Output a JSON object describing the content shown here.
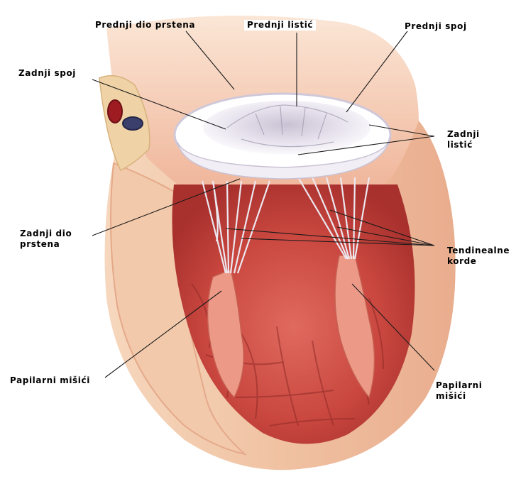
{
  "labels": {
    "prednji_dio_prstena": "Prednji dio prstena",
    "prednji_listic": "Prednji listić",
    "prednji_spoj": "Prednji spoj",
    "zadnji_spoj": "Zadnji spoj",
    "zadnji_listic": [
      "Zadnji",
      "listić"
    ],
    "zadnji_dio_prstena": [
      "Zadnji dio",
      "prstena"
    ],
    "tendinealne_korde": [
      "Tendinealne",
      "korde"
    ],
    "papilarni_misici_left": "Papilarni mišići",
    "papilarni_misici_right": [
      "Papilarni",
      "mišići"
    ]
  },
  "colors": {
    "background": "#ffffff",
    "label_text": "#000000",
    "leader_line": "#1a1a1a",
    "ventricle_wall": "#f2c6a6",
    "muscle_red": "#c9473f",
    "muscle_light": "#e88a78",
    "valve_ring": "#f4f1f7",
    "chordae": "#e6e2ec"
  }
}
